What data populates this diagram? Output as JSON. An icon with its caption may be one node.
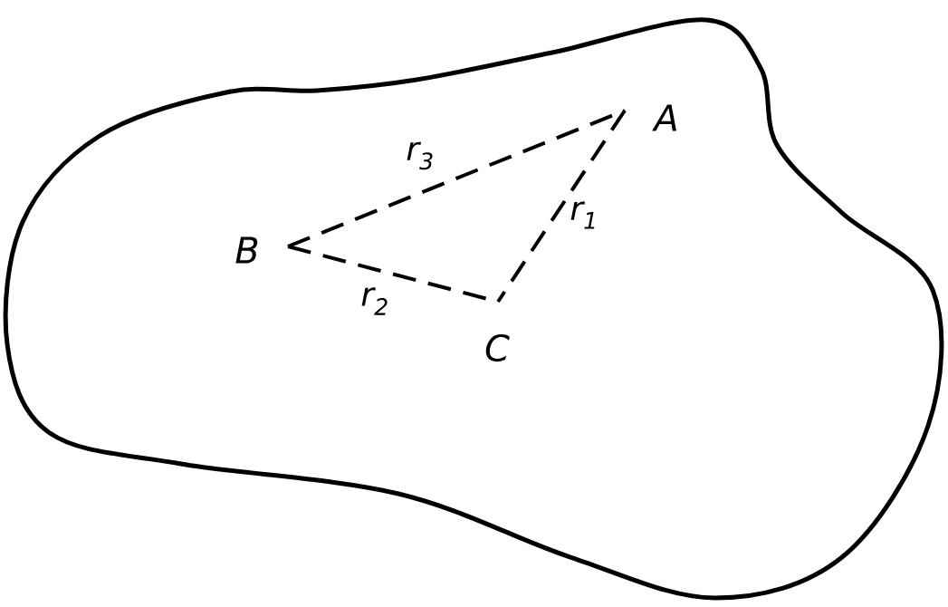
{
  "diagram": {
    "nodes": [
      {
        "text": [
          "A"
        ]
      },
      {
        "text": [
          "B"
        ]
      },
      {
        "text": [
          "C"
        ]
      }
    ],
    "edges": [
      {
        "from": 0,
        "to": 2,
        "arrow": "none",
        "label": "r$_{1}$",
        "style": "dashed"
      },
      {
        "from": 1,
        "to": 2,
        "arrow": "none",
        "label": "r$_{2}$",
        "style": "dashed"
      },
      {
        "from": 1,
        "to": 0,
        "arrow": "none",
        "label": "r$_{3}$",
        "style": "dashed"
      }
    ]
  }
}
